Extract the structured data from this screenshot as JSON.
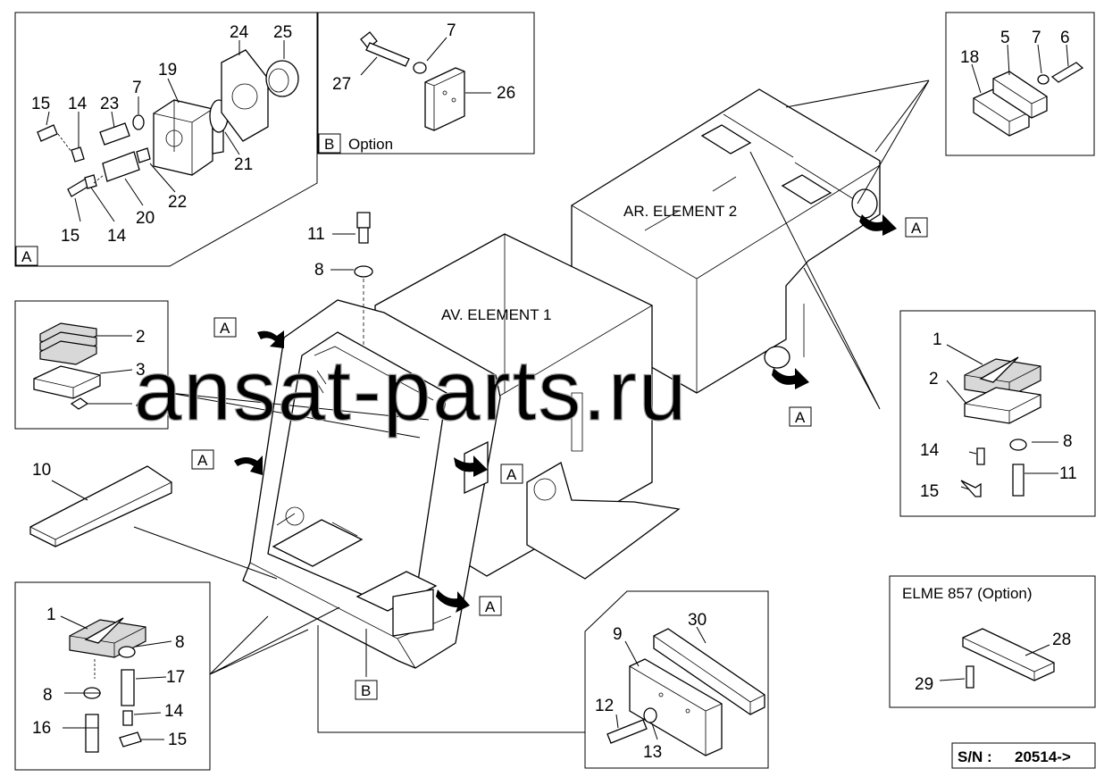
{
  "labels": {
    "option_b": "Option",
    "element_front": "AV. ELEMENT 1",
    "element_rear": "AR. ELEMENT 2",
    "elme_option": "ELME 857 (Option)",
    "sn_label": "S/N :",
    "sn_value": "20514->",
    "watermark": "ansat-parts.ru",
    "view_a": "A",
    "view_b": "B"
  },
  "callouts": {
    "p1": "1",
    "p2": "2",
    "p3": "3",
    "p4": "4",
    "p5": "5",
    "p6": "6",
    "p7": "7",
    "p8": "8",
    "p9": "9",
    "p10": "10",
    "p11": "11",
    "p12": "12",
    "p13": "13",
    "p14": "14",
    "p15": "15",
    "p16": "16",
    "p17": "17",
    "p18": "18",
    "p19": "19",
    "p20": "20",
    "p21": "21",
    "p22": "22",
    "p23": "23",
    "p24": "24",
    "p25": "25",
    "p26": "26",
    "p27": "27",
    "p28": "28",
    "p29": "29",
    "p30": "30"
  }
}
